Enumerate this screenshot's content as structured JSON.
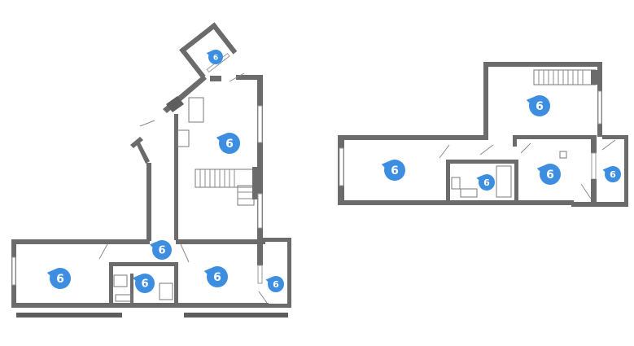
{
  "floor_plan": {
    "room_badge_color": "#3d8ee0",
    "wall_color": "#6b6b6b",
    "levels": [
      {
        "id": "level-1",
        "rooms": [
          {
            "name": "balcony-top",
            "badge": "6"
          },
          {
            "name": "living-room",
            "badge": "6"
          },
          {
            "name": "hall",
            "badge": "6"
          },
          {
            "name": "left-room",
            "badge": "6"
          },
          {
            "name": "bathroom",
            "badge": "6"
          },
          {
            "name": "bedroom",
            "badge": "6"
          },
          {
            "name": "balcony-right",
            "badge": "6"
          }
        ]
      },
      {
        "id": "level-2",
        "rooms": [
          {
            "name": "upper-hall",
            "badge": "6"
          },
          {
            "name": "upper-left-room",
            "badge": "6"
          },
          {
            "name": "upper-bathroom",
            "badge": "6"
          },
          {
            "name": "upper-bedroom",
            "badge": "6"
          },
          {
            "name": "upper-balcony",
            "badge": "6"
          }
        ]
      }
    ]
  }
}
